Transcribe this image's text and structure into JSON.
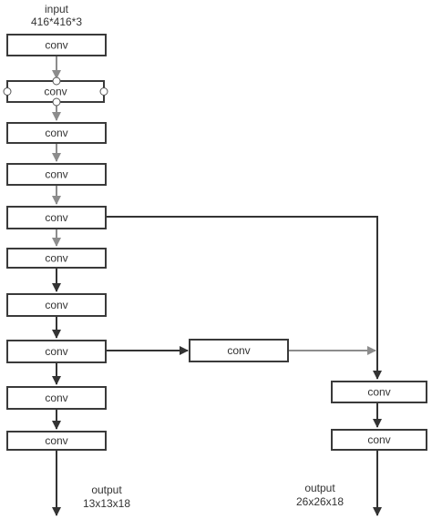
{
  "input_label": "input",
  "input_size": "416*416*3",
  "main_column": [
    {
      "label": "conv"
    },
    {
      "label": "conv"
    },
    {
      "label": "conv"
    },
    {
      "label": "conv"
    },
    {
      "label": "conv"
    },
    {
      "label": "conv"
    },
    {
      "label": "conv"
    },
    {
      "label": "conv"
    },
    {
      "label": "conv"
    },
    {
      "label": "conv"
    }
  ],
  "branch_conv": {
    "label": "conv"
  },
  "right_column": [
    {
      "label": "conv"
    },
    {
      "label": "conv"
    }
  ],
  "output_left": {
    "label": "output",
    "size": "13x13x18"
  },
  "output_right": {
    "label": "output",
    "size": "26x26x18"
  },
  "colors": {
    "dark_arrow": "#333333",
    "gray_arrow": "#8c8c8c",
    "box_stroke": "#3a3a3a"
  }
}
